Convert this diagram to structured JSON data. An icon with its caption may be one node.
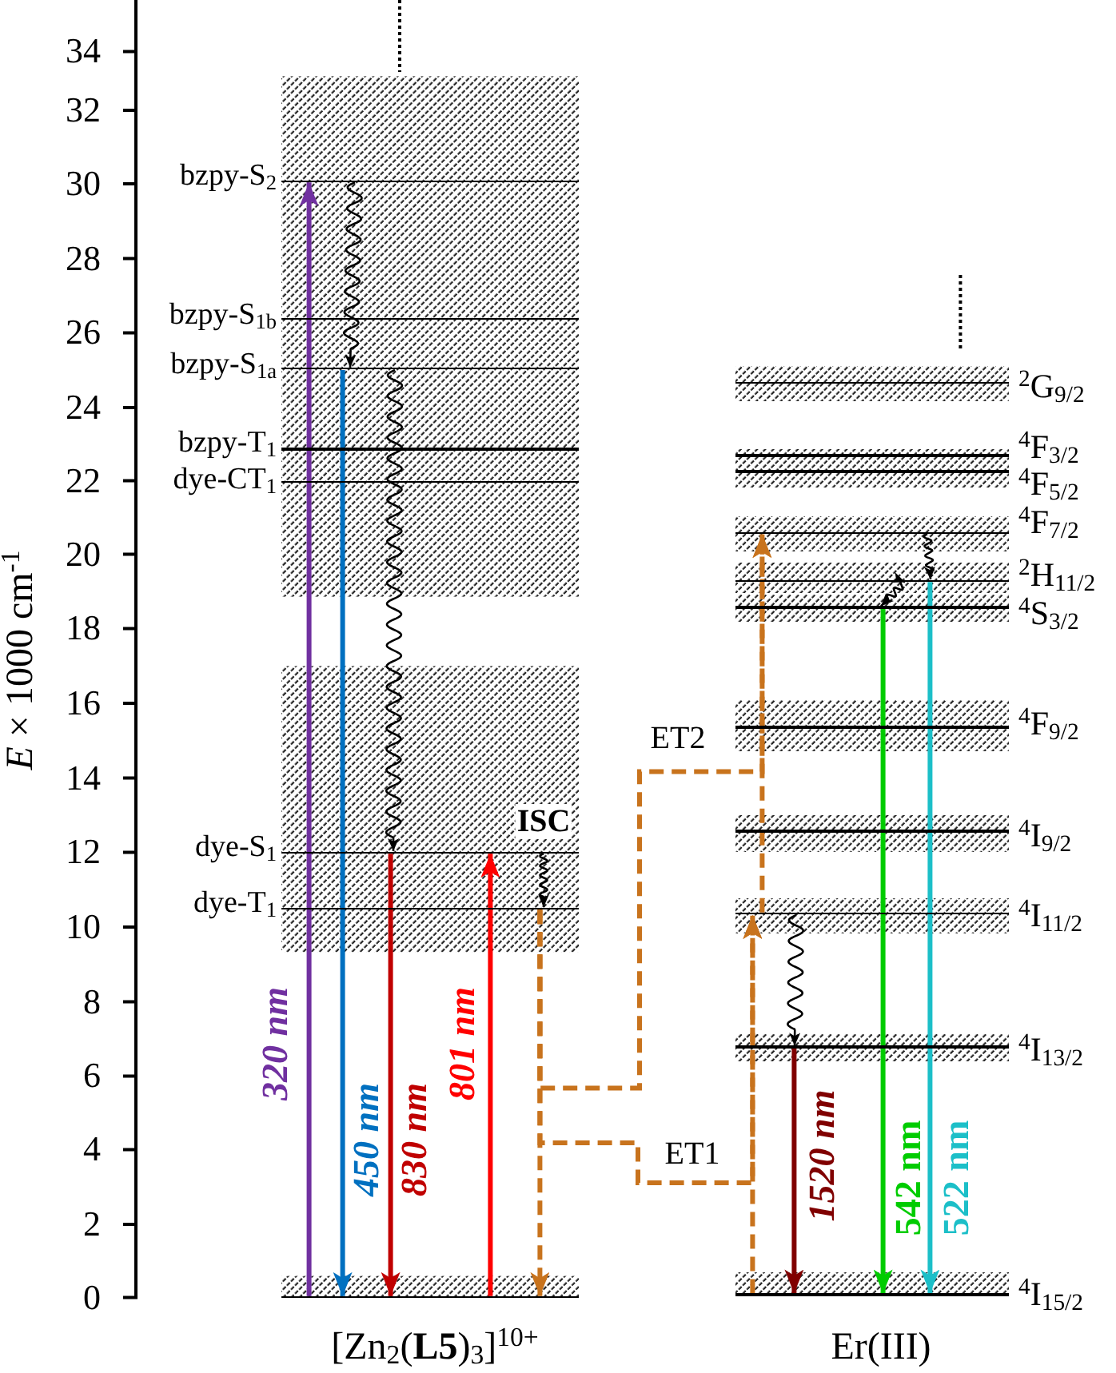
{
  "diagram": {
    "nodes": [
      {
        "text": [],
        "shape": "bar",
        "beside": [
          "bzpy-S$_{2}$"
        ]
      },
      {
        "text": [],
        "shape": "bar",
        "beside": [
          "bzpy-S$_{1b}$"
        ]
      },
      {
        "text": [],
        "shape": "bar",
        "beside": [
          "bzpy-S$_{1a}$"
        ]
      },
      {
        "text": [],
        "shape": "bar",
        "beside": [
          "bzpy-T$_{1}$"
        ]
      },
      {
        "text": [],
        "shape": "bar",
        "beside": [
          "dye-CT$_{1}$"
        ]
      },
      {
        "text": [],
        "shape": "bar",
        "beside": [
          "dye-S$_{1}$"
        ]
      },
      {
        "text": [],
        "shape": "bar",
        "beside": [
          "dye-T$_{1}$"
        ]
      },
      {
        "text": [],
        "shape": "bar"
      },
      {
        "text": [],
        "shape": "bar",
        "beside": [
          "$^{2}$G$_{9/2}$"
        ]
      },
      {
        "text": [],
        "shape": "bar",
        "beside": [
          "$^{4}$F$_{3/2}$"
        ]
      },
      {
        "text": [],
        "shape": "bar",
        "beside": [
          "$^{4}$F$_{5/2}$"
        ]
      },
      {
        "text": [],
        "shape": "bar",
        "beside": [
          "$^{4}$F$_{7/2}$"
        ]
      },
      {
        "text": [],
        "shape": "bar",
        "beside": [
          "$^{2}$H$_{11/2}$"
        ]
      },
      {
        "text": [],
        "shape": "bar",
        "beside": [
          "$^{4}$S$_{3/2}$"
        ]
      },
      {
        "text": [],
        "shape": "bar",
        "beside": [
          "$^{4}$F$_{9/2}$"
        ]
      },
      {
        "text": [],
        "shape": "bar",
        "beside": [
          "$^{4}$I$_{9/2}$"
        ]
      },
      {
        "text": [],
        "shape": "bar",
        "beside": [
          "$^{4}$I$_{11/2}$"
        ]
      },
      {
        "text": [],
        "shape": "bar",
        "beside": [
          "$^{4}$I$_{13/2}$"
        ]
      },
      {
        "text": [],
        "shape": "bar",
        "beside": [
          "$^{4}$I$_{15/2}$"
        ]
      }
    ],
    "edges": [
      {
        "from": 7,
        "to": 0,
        "arrow": "to",
        "label": "320 nm",
        "color": "#7030a0"
      },
      {
        "from": 0,
        "to": 2,
        "arrow": "to"
      },
      {
        "from": 2,
        "to": 7,
        "arrow": "to",
        "label": "450 nm",
        "color": "#0070c0"
      },
      {
        "from": 2,
        "to": 5,
        "arrow": "to"
      },
      {
        "from": 5,
        "to": 7,
        "arrow": "to",
        "label": "830 nm",
        "color": "#c00000"
      },
      {
        "from": 7,
        "to": 5,
        "arrow": "to",
        "label": "801 nm",
        "color": "#ff0000"
      },
      {
        "from": 5,
        "to": 6,
        "arrow": "to",
        "label": "ISC"
      },
      {
        "from": 6,
        "to": 7,
        "arrow": "to",
        "style": "dashed",
        "color": "#c8731d"
      },
      {
        "from": 6,
        "to": 16,
        "arrow": "to",
        "label": "ET1",
        "style": "dashed",
        "color": "#c8731d"
      },
      {
        "from": 6,
        "to": 11,
        "arrow": "to",
        "label": "ET2",
        "style": "dashed",
        "color": "#c8731d"
      },
      {
        "from": 18,
        "to": 16,
        "arrow": "to",
        "style": "dashed",
        "color": "#c8731d"
      },
      {
        "from": 16,
        "to": 11,
        "arrow": "to",
        "style": "dashed",
        "color": "#c8731d"
      },
      {
        "from": 16,
        "to": 17,
        "arrow": "to"
      },
      {
        "from": 17,
        "to": 18,
        "arrow": "to",
        "label": "1520 nm",
        "color": "#800000"
      },
      {
        "from": 11,
        "to": 12,
        "arrow": "to"
      },
      {
        "from": 12,
        "to": 13,
        "arrow": "both"
      },
      {
        "from": 13,
        "to": 18,
        "arrow": "to",
        "label": "542 nm",
        "color": "#00cc00"
      },
      {
        "from": 12,
        "to": 18,
        "arrow": "to",
        "label": "522 nm",
        "color": "#1cbfc8"
      }
    ],
    "labels": [
      "*E* × 1000 cm$^{-1}$",
      "34",
      "32",
      "30",
      "28",
      "26",
      "24",
      "22",
      "20",
      "18",
      "16",
      "14",
      "12",
      "10",
      "8",
      "6",
      "4",
      "2",
      "0",
      "[Zn$_{2}$(**L5**)$_{3}$]$^{10+}$",
      "Er(III)"
    ]
  }
}
